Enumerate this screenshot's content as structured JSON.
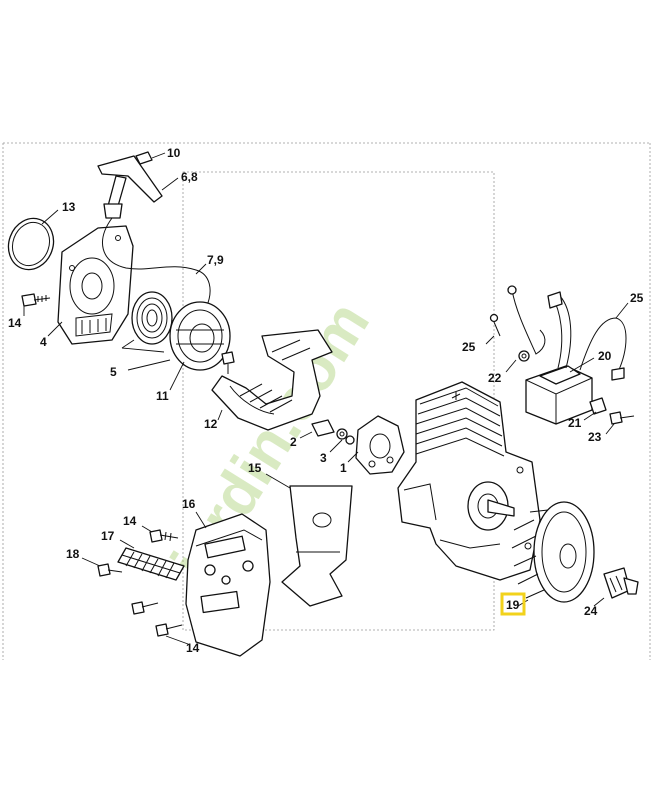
{
  "diagram": {
    "labels": [
      {
        "id": "10",
        "text": "10"
      },
      {
        "id": "6-8",
        "text": "6,8"
      },
      {
        "id": "13",
        "text": "13"
      },
      {
        "id": "7-9",
        "text": "7,9"
      },
      {
        "id": "14a",
        "text": "14"
      },
      {
        "id": "4",
        "text": "4"
      },
      {
        "id": "5",
        "text": "5"
      },
      {
        "id": "11",
        "text": "11"
      },
      {
        "id": "12",
        "text": "12"
      },
      {
        "id": "2",
        "text": "2"
      },
      {
        "id": "3",
        "text": "3"
      },
      {
        "id": "1",
        "text": "1"
      },
      {
        "id": "15",
        "text": "15"
      },
      {
        "id": "16",
        "text": "16"
      },
      {
        "id": "14b",
        "text": "14"
      },
      {
        "id": "17",
        "text": "17"
      },
      {
        "id": "18",
        "text": "18"
      },
      {
        "id": "14c",
        "text": "14"
      },
      {
        "id": "25a",
        "text": "25"
      },
      {
        "id": "25b",
        "text": "25"
      },
      {
        "id": "22",
        "text": "22"
      },
      {
        "id": "20",
        "text": "20"
      },
      {
        "id": "21",
        "text": "21"
      },
      {
        "id": "23",
        "text": "23"
      },
      {
        "id": "19",
        "text": "19"
      },
      {
        "id": "24",
        "text": "24"
      }
    ],
    "highlighted_part": "19",
    "highlight_color": "#f2d21b"
  },
  "watermark": {
    "text": "jardin.com",
    "color": "#8fc04a"
  }
}
